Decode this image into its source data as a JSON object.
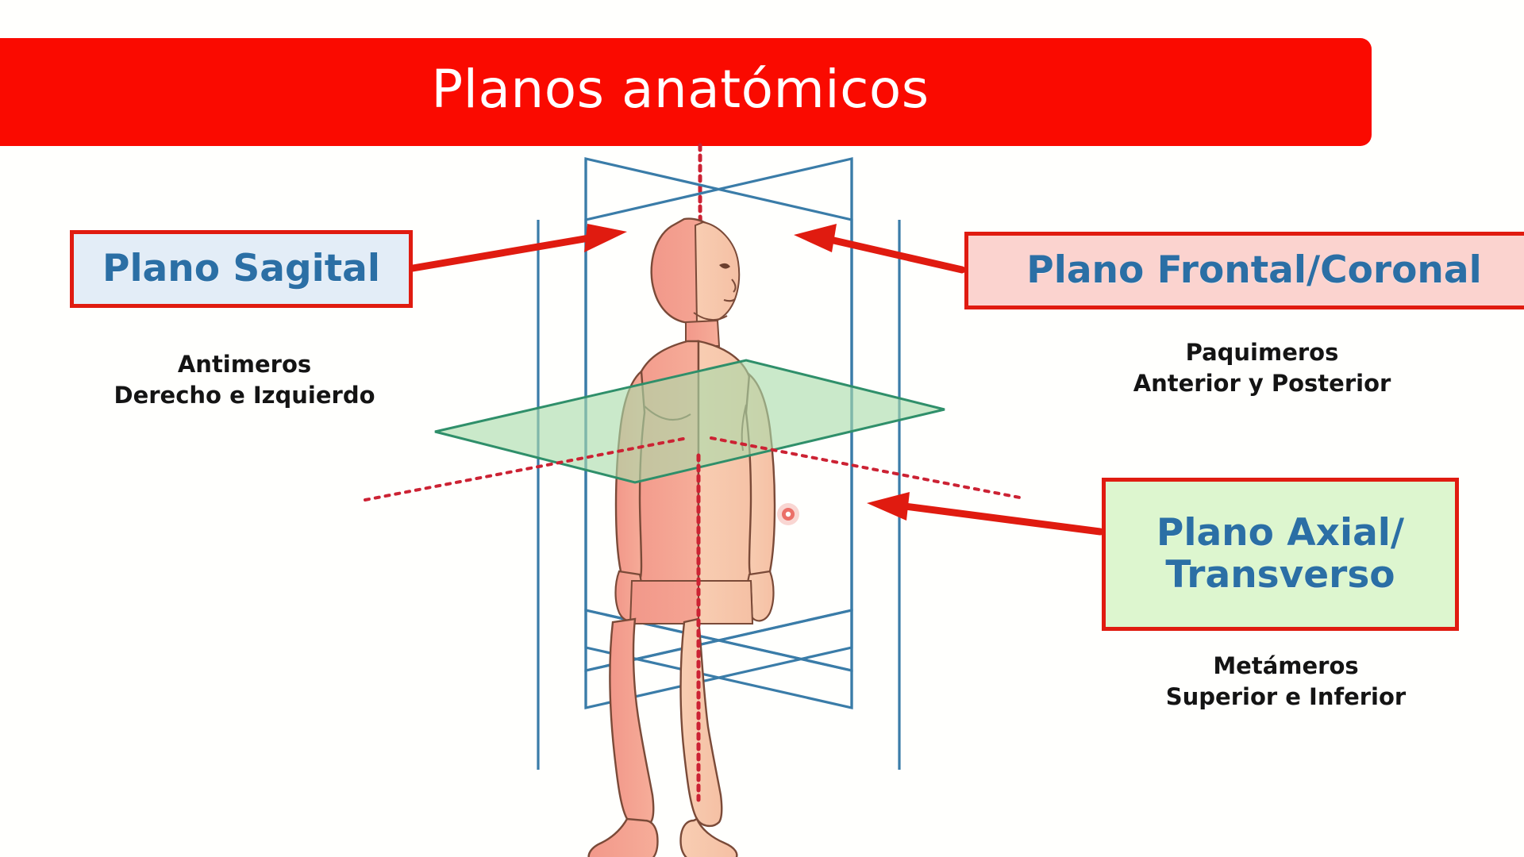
{
  "title": {
    "text": "Planos anatómicos",
    "banner_color": "#fa0a00",
    "text_color": "#ffffff"
  },
  "colors": {
    "accent_red": "#e01b10",
    "label_blue": "#2b6fa5",
    "plane_outline_blue": "#3a7ca8",
    "transverse_green_fill": "#a9dcab",
    "transverse_green_stroke": "#2f8f6a",
    "skin_front": "#f4a292",
    "skin_side": "#f7cbb0",
    "skin_outline": "#7a4a38",
    "axis_dotted_red": "#cc2233",
    "sagital_box_fill": "#e3edf7",
    "frontal_box_fill": "#fbd3cf",
    "axial_box_fill": "#ddf6cf",
    "page_background": "#fffffd"
  },
  "callouts": [
    {
      "id": "sagital",
      "label": "Plano Sagital",
      "caption_line1": "Antimeros",
      "caption_line2": "Derecho e Izquierdo",
      "box_fill": "#e3edf7",
      "arrow_direction": "right"
    },
    {
      "id": "frontal",
      "label": "Plano Frontal/Coronal",
      "caption_line1": "Paquimeros",
      "caption_line2": "Anterior y Posterior",
      "box_fill": "#fbd3cf",
      "arrow_direction": "left"
    },
    {
      "id": "axial",
      "label_line1": "Plano Axial/",
      "label_line2": "Transverso",
      "caption_line1": "Metámeros",
      "caption_line2": "Superior e Inferior",
      "box_fill": "#ddf6cf",
      "arrow_direction": "left"
    }
  ],
  "diagram": {
    "name": "anatomical-planes-3d-figure",
    "description": "Human figure standing intersected by three orthogonal anatomical planes",
    "planes": [
      {
        "name": "sagittal-plane",
        "orientation": "vertical-left-right-divide",
        "style": "blue-outline"
      },
      {
        "name": "coronal-plane",
        "orientation": "vertical-front-back-divide",
        "style": "blue-outline"
      },
      {
        "name": "transverse-plane",
        "orientation": "horizontal-upper-lower-divide",
        "style": "green-translucent"
      }
    ],
    "markers": [
      {
        "name": "reference-point-dot",
        "color": "#e01b10"
      }
    ],
    "axes": [
      {
        "name": "vertical-axis",
        "style": "red-dotted"
      },
      {
        "name": "horizontal-axis",
        "style": "red-dotted"
      }
    ]
  }
}
